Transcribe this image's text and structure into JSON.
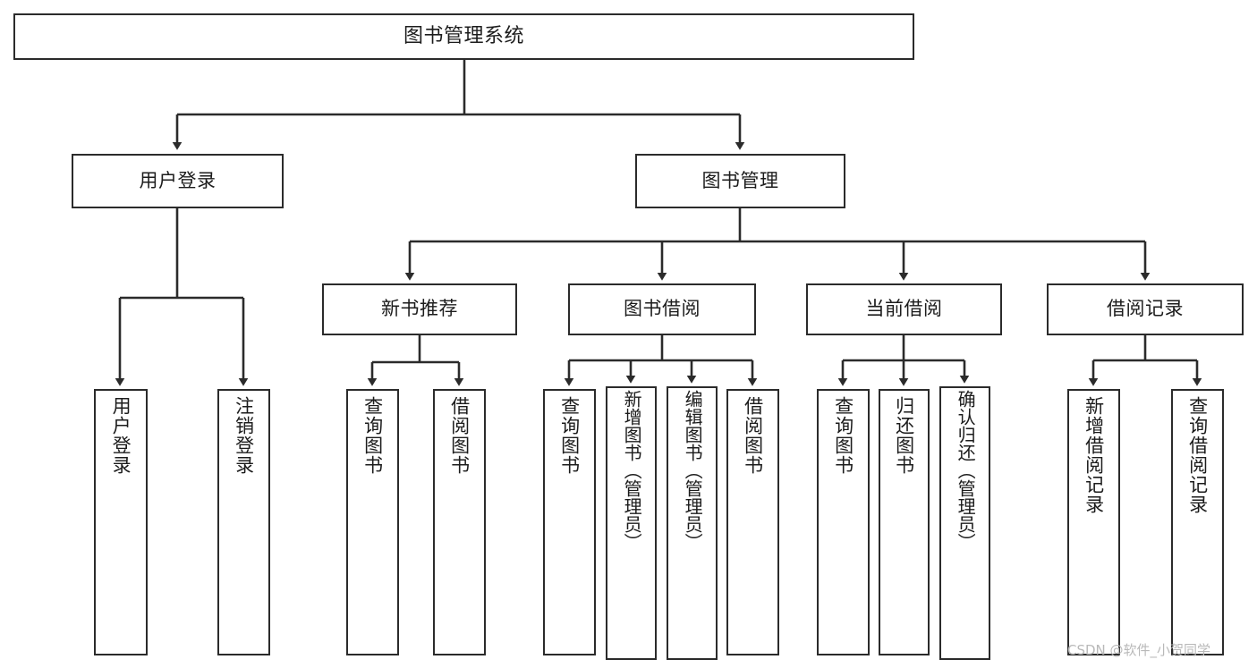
{
  "diagram": {
    "type": "tree",
    "title": "图书管理系统",
    "orientation": "top-down",
    "watermark": "CSDN @软件_小贺同学",
    "theme": {
      "background": "#ffffff",
      "node_border": "#2b2b2b",
      "node_fill": "#ffffff",
      "edge_color": "#2b2b2b",
      "text_color": "#1c1c1c",
      "watermark_color": "#b9b9b9"
    },
    "nodes": {
      "root": {
        "label": "图书管理系统"
      },
      "level2": [
        {
          "id": "user-login",
          "label": "用户登录"
        },
        {
          "id": "book-manage",
          "label": "图书管理"
        }
      ],
      "level3": [
        {
          "id": "new-book-rec",
          "label": "新书推荐"
        },
        {
          "id": "book-borrow",
          "label": "图书借阅"
        },
        {
          "id": "current-borrow",
          "label": "当前借阅"
        },
        {
          "id": "borrow-record",
          "label": "借阅记录"
        }
      ],
      "leaves": {
        "user_login": [
          {
            "id": "leaf-user-login",
            "label": "用户登录"
          },
          {
            "id": "leaf-logout",
            "label": "注销登录"
          }
        ],
        "new_book_rec": [
          {
            "id": "leaf-query-book-1",
            "label": "查询图书"
          },
          {
            "id": "leaf-borrow-book-1",
            "label": "借阅图书"
          }
        ],
        "book_borrow": [
          {
            "id": "leaf-query-book-2",
            "label": "查询图书"
          },
          {
            "id": "leaf-add-book",
            "label": "新增图书（管理员）"
          },
          {
            "id": "leaf-edit-book",
            "label": "编辑图书（管理员）"
          },
          {
            "id": "leaf-borrow-book-2",
            "label": "借阅图书"
          }
        ],
        "current_borrow": [
          {
            "id": "leaf-query-book-3",
            "label": "查询图书"
          },
          {
            "id": "leaf-return-book",
            "label": "归还图书"
          },
          {
            "id": "leaf-confirm-return",
            "label": "确认归还（管理员）"
          }
        ],
        "borrow_record": [
          {
            "id": "leaf-add-record",
            "label": "新增借阅记录"
          },
          {
            "id": "leaf-query-record",
            "label": "查询借阅记录"
          }
        ]
      }
    },
    "edges": [
      {
        "from": "图书管理系统",
        "to": "用户登录"
      },
      {
        "from": "图书管理系统",
        "to": "图书管理"
      },
      {
        "from": "用户登录",
        "to": "用户登录"
      },
      {
        "from": "用户登录",
        "to": "注销登录"
      },
      {
        "from": "图书管理",
        "to": "新书推荐"
      },
      {
        "from": "图书管理",
        "to": "图书借阅"
      },
      {
        "from": "图书管理",
        "to": "当前借阅"
      },
      {
        "from": "图书管理",
        "to": "借阅记录"
      },
      {
        "from": "新书推荐",
        "to": "查询图书"
      },
      {
        "from": "新书推荐",
        "to": "借阅图书"
      },
      {
        "from": "图书借阅",
        "to": "查询图书"
      },
      {
        "from": "图书借阅",
        "to": "新增图书（管理员）"
      },
      {
        "from": "图书借阅",
        "to": "编辑图书（管理员）"
      },
      {
        "from": "图书借阅",
        "to": "借阅图书"
      },
      {
        "from": "当前借阅",
        "to": "查询图书"
      },
      {
        "from": "当前借阅",
        "to": "归还图书"
      },
      {
        "from": "当前借阅",
        "to": "确认归还（管理员）"
      },
      {
        "from": "借阅记录",
        "to": "新增借阅记录"
      },
      {
        "from": "借阅记录",
        "to": "查询借阅记录"
      }
    ]
  }
}
